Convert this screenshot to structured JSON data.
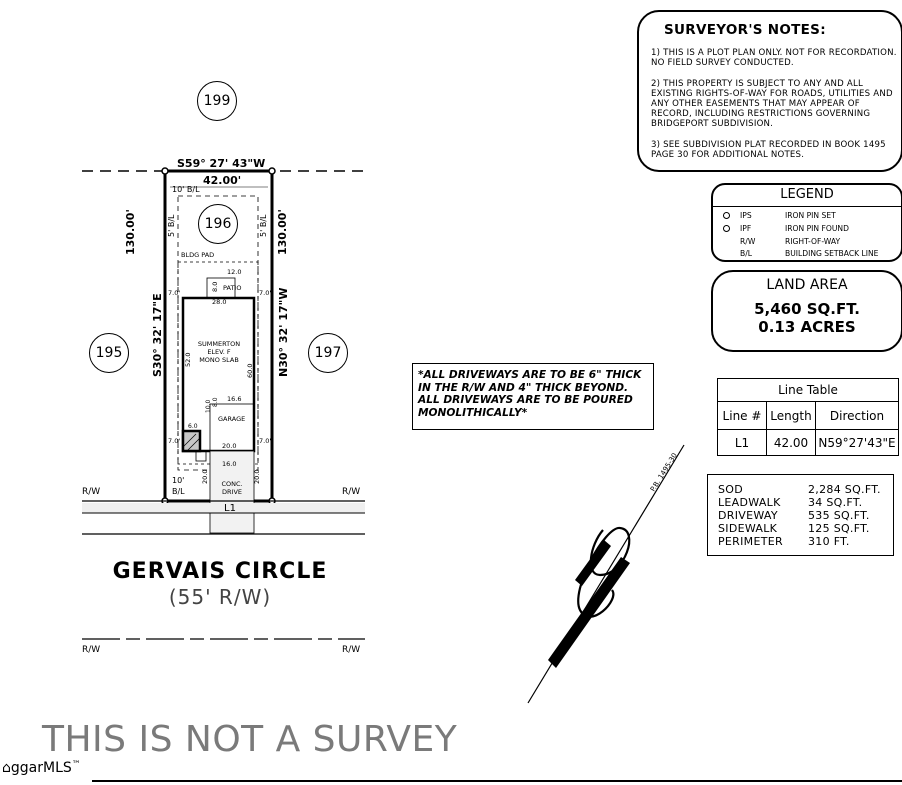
{
  "surveyor_notes": {
    "title": "SURVEYOR'S NOTES:",
    "note1": "1) THIS IS A PLOT PLAN ONLY. NOT FOR RECORDATION. NO FIELD SURVEY CONDUCTED.",
    "note2": "2) THIS PROPERTY IS SUBJECT TO ANY AND ALL EXISTING RIGHTS-OF-WAY FOR ROADS, UTILITIES AND ANY OTHER EASEMENTS THAT MAY APPEAR OF RECORD, INCLUDING RESTRICTIONS GOVERNING BRIDGEPORT SUBDIVISION.",
    "note3": "3) SEE SUBDIVISION PLAT RECORDED IN BOOK 1495 PAGE 30 FOR ADDITIONAL NOTES."
  },
  "legend": {
    "title": "LEGEND",
    "items": [
      {
        "abbr": "IPS",
        "desc": "IRON PIN SET",
        "symbol": "circle"
      },
      {
        "abbr": "IPF",
        "desc": "IRON PIN FOUND",
        "symbol": "circle"
      },
      {
        "abbr": "R/W",
        "desc": "RIGHT-OF-WAY",
        "symbol": ""
      },
      {
        "abbr": "B/L",
        "desc": "BUILDING SETBACK LINE",
        "symbol": ""
      }
    ]
  },
  "land_area": {
    "title": "LAND AREA",
    "sqft": "5,460 SQ.FT.",
    "acres": "0.13 ACRES"
  },
  "driveway_note": "*ALL DRIVEWAYS ARE TO BE 6\" THICK IN THE R/W AND 4\" THICK BEYOND. ALL DRIVEWAYS ARE TO BE POURED MONOLITHICALLY*",
  "line_table": {
    "title": "Line Table",
    "headers": [
      "Line #",
      "Length",
      "Direction"
    ],
    "rows": [
      [
        "L1",
        "42.00",
        "N59°27'43\"E"
      ]
    ]
  },
  "areas": [
    {
      "name": "SOD",
      "value": "2,284 SQ.FT."
    },
    {
      "name": "LEADWALK",
      "value": "34 SQ.FT."
    },
    {
      "name": "DRIVEWAY",
      "value": "535 SQ.FT."
    },
    {
      "name": "SIDEWALK",
      "value": "125 SQ.FT."
    },
    {
      "name": "PERIMETER",
      "value": "310 FT."
    }
  ],
  "plot": {
    "lot_numbers": {
      "north": "199",
      "subject": "196",
      "west": "195",
      "east": "197"
    },
    "top_bearing": "S59° 27' 43\"W",
    "top_distance": "42.00'",
    "left_bearing": "S30° 32' 17\"E",
    "right_bearing": "N30° 32' 17\"W",
    "left_distance": "130.00'",
    "right_distance": "130.00'",
    "rear_setback": "10' B/L",
    "side_setback": "5' B/L",
    "front_setback_a": "10'",
    "front_setback_b": "B/L",
    "bldg_pad": "BLDG PAD",
    "patio": "PATIO",
    "patio_width": "12.0",
    "patio_depth": "8.0",
    "house_width": "28.0",
    "house_depth": "60.0",
    "house_side_dim": "52.0",
    "house_label": [
      "SUMMERTON",
      "ELEV. F",
      "MONO SLAB"
    ],
    "garage_label": "GARAGE",
    "garage_width": "16.6",
    "garage_depth": "20.0",
    "garage_small_a": "10.0",
    "garage_small_b": "6.0",
    "garage_small_c": "8.0",
    "side_offset": "7.0'",
    "front_width": "20.0",
    "drive_width": "16.0",
    "drive_len_a": "20.0",
    "drive_len_b": "20.0",
    "drive_label": [
      "CONC.",
      "DRIVE"
    ],
    "line_label": "L1",
    "rw_label": "R/W",
    "plat_ref": "P.B. 1495-30"
  },
  "street": {
    "name": "GERVAIS CIRCLE",
    "rw": "(55' R/W)"
  },
  "disclaimer": "THIS IS NOT A SURVEY",
  "mls": {
    "name": "ggarMLS",
    "tm": "™"
  }
}
